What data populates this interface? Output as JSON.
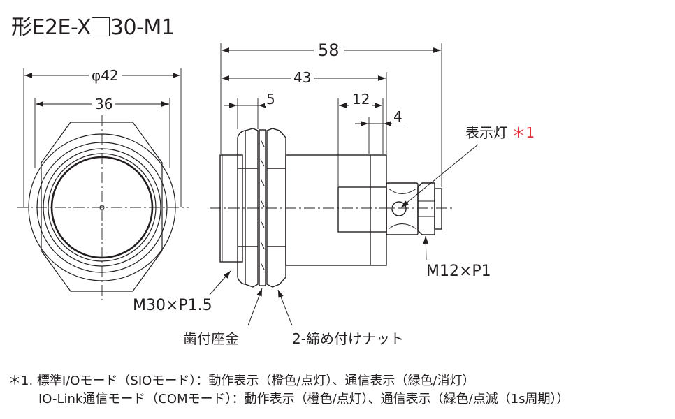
{
  "title": {
    "prefix": "形E2E-X",
    "suffix": "30-M1"
  },
  "dimensions": {
    "overall_length": "58",
    "body_length": "43",
    "nut_width": "5",
    "connector_length": "12",
    "thread_end": "4",
    "diameter_outer": "φ42",
    "diameter_inner": "36"
  },
  "callouts": {
    "indicator_label": "表示灯",
    "indicator_mark": "＊1",
    "connector_thread": "M12×P1",
    "body_thread": "M30×P1.5",
    "toothed_washer": "歯付座金",
    "nuts": "2-締め付けナット"
  },
  "notes": {
    "line1": "＊1. 標準I/Oモード（SIOモード）：動作表示（橙色/点灯）、通信表示（緑色/消灯）",
    "line2": "IO-Link通信モード（COMモード）：動作表示（橙色/点灯）、通信表示（緑色/点滅（1s周期））"
  },
  "colors": {
    "line": "#231f20",
    "accent": "#e5323c",
    "background": "#ffffff"
  }
}
